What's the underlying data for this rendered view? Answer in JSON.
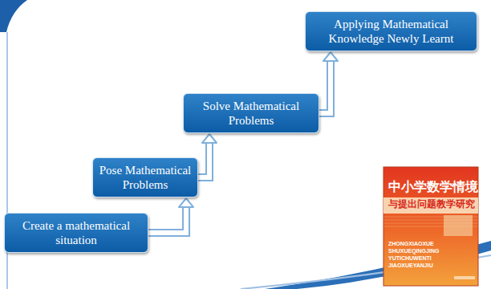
{
  "diagram": {
    "nodes": [
      {
        "text": [
          "Create a mathematical situation"
        ]
      },
      {
        "text": [
          "Pose Mathematical Problems"
        ]
      },
      {
        "text": [
          "Solve Mathematical Problems"
        ]
      },
      {
        "text": [
          "Applying Mathematical Knowledge Newly Learnt"
        ]
      }
    ],
    "edges": [
      {
        "from": 0,
        "to": 1,
        "arrow": "to"
      },
      {
        "from": 1,
        "to": 2,
        "arrow": "to"
      },
      {
        "from": 2,
        "to": 3,
        "arrow": "to"
      }
    ],
    "labels": [
      "中小学数学情境",
      "与提出问题教学研究",
      "ZHONGXIAOXUE",
      "SHUXUEQINGJING",
      "YUTICHUWENTI",
      "JIAOXUEYANJIU"
    ]
  }
}
